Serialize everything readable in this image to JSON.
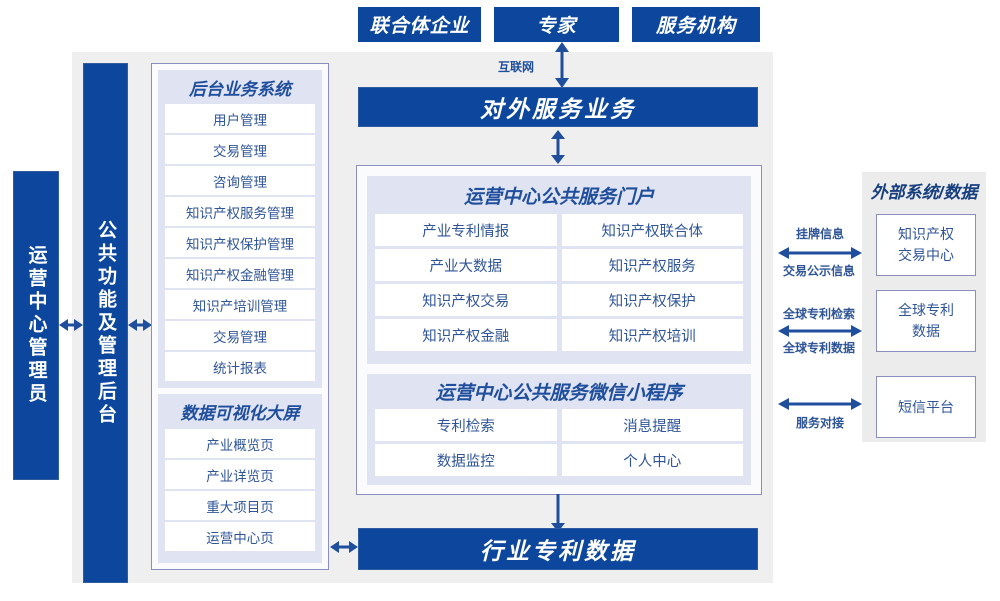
{
  "diagram": {
    "title_hidden": "",
    "colors": {
      "primary_blue": "#0c479d",
      "panel_lavender": "#dfe3f2",
      "panel_gray": "#efefef",
      "border_purple": "#8b8fc0",
      "text_blue": "#2f5597"
    }
  },
  "top_actors": [
    {
      "label": "联合体企业"
    },
    {
      "label": "专家"
    },
    {
      "label": "服务机构"
    }
  ],
  "connectors": {
    "internet_label": "互联网",
    "external": [
      {
        "top": "挂牌信息",
        "bottom": "交易公示信息"
      },
      {
        "top": "全球专利检索",
        "bottom": "全球专利数据"
      },
      {
        "top": "",
        "bottom": "服务对接"
      }
    ]
  },
  "left_bars": {
    "admin": "运营中心管理员",
    "common_backend": "公共功能及管理后台"
  },
  "external_service_bar": "对外服务业务",
  "industry_patent_data_bar": "行业专利数据",
  "backend_system": {
    "title": "后台业务系统",
    "items": [
      "用户管理",
      "交易管理",
      "咨询管理",
      "知识产权服务管理",
      "知识产权保护管理",
      "知识产权金融管理",
      "知识产培训管理",
      "交易管理",
      "统计报表"
    ]
  },
  "data_screen": {
    "title": "数据可视化大屏",
    "items": [
      "产业概览页",
      "产业详览页",
      "重大项目页",
      "运营中心页"
    ]
  },
  "portal": {
    "title": "运营中心公共服务门户",
    "items": [
      "产业专利情报",
      "知识产权联合体",
      "产业大数据",
      "知识产权服务",
      "知识产权交易",
      "知识产权保护",
      "知识产权金融",
      "知识产权培训"
    ]
  },
  "miniprogram": {
    "title": "运营中心公共服务微信小程序",
    "items": [
      "专利检索",
      "消息提醒",
      "数据监控",
      "个人中心"
    ]
  },
  "external_systems": {
    "title": "外部系统/数据",
    "items": [
      "知识产权\n交易中心",
      "全球专利\n数据",
      "短信平台"
    ],
    "items_flat": [
      "知识产权 交易中心",
      "全球专利 数据",
      "短信平台"
    ]
  }
}
